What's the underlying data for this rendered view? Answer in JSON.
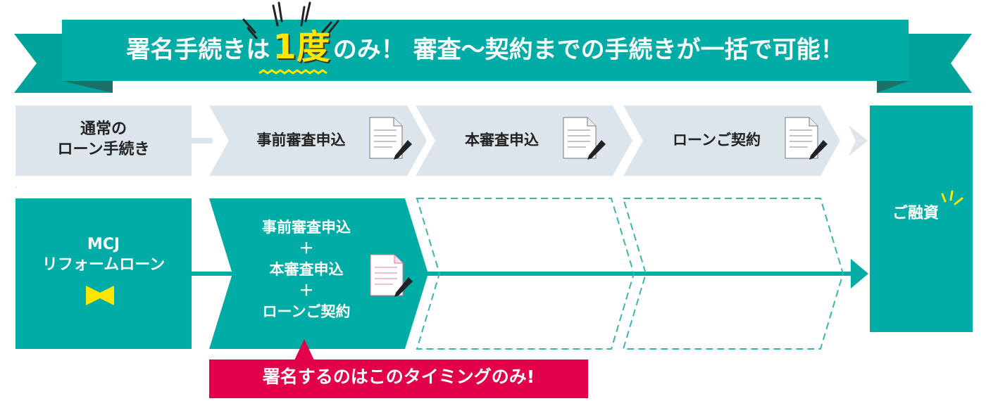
{
  "banner": {
    "before": "署名手続きは",
    "highlight": "1度",
    "after": "のみ！ 審査〜契約までの手続きが一括で可能！"
  },
  "normal_row": {
    "label_line1": "通常の",
    "label_line2": "ローン手続き",
    "steps": [
      "事前審査申込",
      "本審査申込",
      "ローンご契約"
    ]
  },
  "mcj_row": {
    "label_line1": "MCJ",
    "label_line2": "リフォームローン",
    "step_lines": [
      "事前審査申込",
      "＋",
      "本審査申込",
      "＋",
      "ローンご契約"
    ]
  },
  "final": "ご融資",
  "callout": "署名するのはこのタイミングのみ!",
  "colors": {
    "teal": "#00aca6",
    "teal_dark": "#1e6f69",
    "gray": "#dde5ec",
    "red": "#e3004a",
    "yellow": "#ffe600"
  }
}
